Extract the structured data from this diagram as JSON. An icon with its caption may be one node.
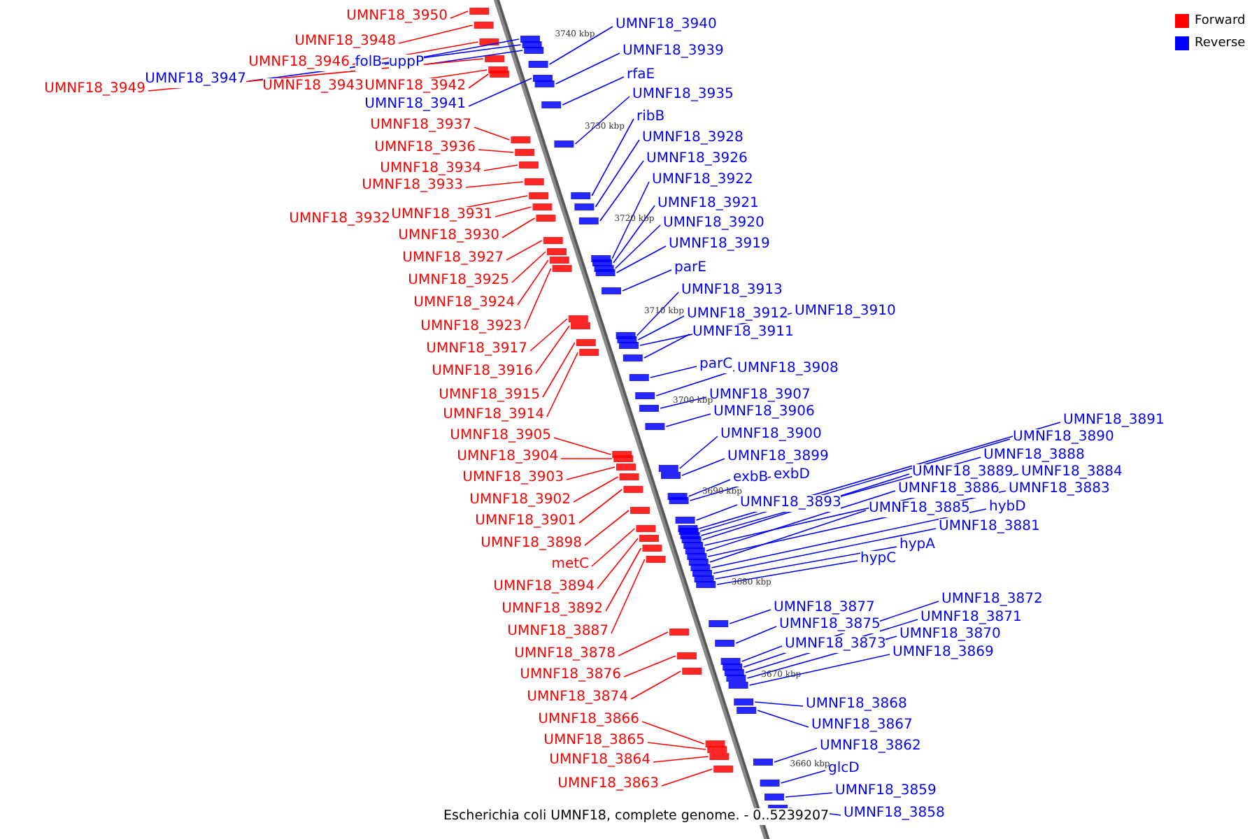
{
  "diagram": {
    "title": "Escherichia coli UMNF18, complete genome. - 0..5239207",
    "nodes": [
      {
        "text": [
          "UMNF18_3950"
        ]
      },
      {
        "text": [
          "UMNF18_3948"
        ]
      },
      {
        "text": [
          "UMNF18_3946"
        ]
      },
      {
        "text": [
          "folB"
        ]
      },
      {
        "text": [
          "uppP"
        ]
      },
      {
        "text": [
          "UMNF18_3947"
        ]
      },
      {
        "text": [
          "UMNF18_3949"
        ]
      },
      {
        "text": [
          "UMNF18_3943"
        ]
      },
      {
        "text": [
          "UMNF18_3942"
        ]
      },
      {
        "text": [
          "UMNF18_3941"
        ]
      },
      {
        "text": [
          "UMNF18_3937"
        ]
      },
      {
        "text": [
          "UMNF18_3936"
        ]
      },
      {
        "text": [
          "UMNF18_3934"
        ]
      },
      {
        "text": [
          "UMNF18_3933"
        ]
      },
      {
        "text": [
          "UMNF18_3932"
        ]
      },
      {
        "text": [
          "UMNF18_3931"
        ]
      },
      {
        "text": [
          "UMNF18_3930"
        ]
      },
      {
        "text": [
          "UMNF18_3927"
        ]
      },
      {
        "text": [
          "UMNF18_3925"
        ]
      },
      {
        "text": [
          "UMNF18_3924"
        ]
      },
      {
        "text": [
          "UMNF18_3923"
        ]
      },
      {
        "text": [
          "UMNF18_3917"
        ]
      },
      {
        "text": [
          "UMNF18_3916"
        ]
      },
      {
        "text": [
          "UMNF18_3915"
        ]
      },
      {
        "text": [
          "UMNF18_3914"
        ]
      },
      {
        "text": [
          "UMNF18_3905"
        ]
      },
      {
        "text": [
          "UMNF18_3904"
        ]
      },
      {
        "text": [
          "UMNF18_3903"
        ]
      },
      {
        "text": [
          "UMNF18_3902"
        ]
      },
      {
        "text": [
          "UMNF18_3901"
        ]
      },
      {
        "text": [
          "UMNF18_3898"
        ]
      },
      {
        "text": [
          "metC"
        ]
      },
      {
        "text": [
          "UMNF18_3894"
        ]
      },
      {
        "text": [
          "UMNF18_3892"
        ]
      },
      {
        "text": [
          "UMNF18_3887"
        ]
      },
      {
        "text": [
          "UMNF18_3878"
        ]
      },
      {
        "text": [
          "UMNF18_3876"
        ]
      },
      {
        "text": [
          "UMNF18_3874"
        ]
      },
      {
        "text": [
          "UMNF18_3866"
        ]
      },
      {
        "text": [
          "UMNF18_3865"
        ]
      },
      {
        "text": [
          "UMNF18_3864"
        ]
      },
      {
        "text": [
          "UMNF18_3863"
        ]
      },
      {
        "text": [
          "UMNF18_3940"
        ]
      },
      {
        "text": [
          "UMNF18_3939"
        ]
      },
      {
        "text": [
          "rfaE"
        ]
      },
      {
        "text": [
          "UMNF18_3935"
        ]
      },
      {
        "text": [
          "ribB"
        ]
      },
      {
        "text": [
          "UMNF18_3928"
        ]
      },
      {
        "text": [
          "UMNF18_3926"
        ]
      },
      {
        "text": [
          "UMNF18_3922"
        ]
      },
      {
        "text": [
          "UMNF18_3921"
        ]
      },
      {
        "text": [
          "UMNF18_3920"
        ]
      },
      {
        "text": [
          "UMNF18_3919"
        ]
      },
      {
        "text": [
          "parE"
        ]
      },
      {
        "text": [
          "UMNF18_3913"
        ]
      },
      {
        "text": [
          "UMNF18_3912"
        ]
      },
      {
        "text": [
          "UMNF18_3910"
        ]
      },
      {
        "text": [
          "UMNF18_3911"
        ]
      },
      {
        "text": [
          "parC"
        ]
      },
      {
        "text": [
          "UMNF18_3908"
        ]
      },
      {
        "text": [
          "UMNF18_3907"
        ]
      },
      {
        "text": [
          "UMNF18_3906"
        ]
      },
      {
        "text": [
          "UMNF18_3900"
        ]
      },
      {
        "text": [
          "UMNF18_3899"
        ]
      },
      {
        "text": [
          "exbB"
        ]
      },
      {
        "text": [
          "exbD"
        ]
      },
      {
        "text": [
          "UMNF18_3893"
        ]
      },
      {
        "text": [
          "UMNF18_3891"
        ]
      },
      {
        "text": [
          "UMNF18_3890"
        ]
      },
      {
        "text": [
          "UMNF18_3888"
        ]
      },
      {
        "text": [
          "UMNF18_3889"
        ]
      },
      {
        "text": [
          "UMNF18_3884"
        ]
      },
      {
        "text": [
          "UMNF18_3886"
        ]
      },
      {
        "text": [
          "UMNF18_3883"
        ]
      },
      {
        "text": [
          "UMNF18_3885"
        ]
      },
      {
        "text": [
          "hybD"
        ]
      },
      {
        "text": [
          "UMNF18_3881"
        ]
      },
      {
        "text": [
          "hypA"
        ]
      },
      {
        "text": [
          "hypC"
        ]
      },
      {
        "text": [
          "UMNF18_3877"
        ]
      },
      {
        "text": [
          "UMNF18_3875"
        ]
      },
      {
        "text": [
          "UMNF18_3873"
        ]
      },
      {
        "text": [
          "UMNF18_3872"
        ]
      },
      {
        "text": [
          "UMNF18_3871"
        ]
      },
      {
        "text": [
          "UMNF18_3870"
        ]
      },
      {
        "text": [
          "UMNF18_3869"
        ]
      },
      {
        "text": [
          "UMNF18_3868"
        ]
      },
      {
        "text": [
          "UMNF18_3867"
        ]
      },
      {
        "text": [
          "UMNF18_3862"
        ]
      },
      {
        "text": [
          "glcD"
        ]
      },
      {
        "text": [
          "UMNF18_3859"
        ]
      },
      {
        "text": [
          "UMNF18_3858"
        ]
      },
      {
        "text": [],
        "shape": "bar"
      },
      {
        "text": [],
        "shape": "bar"
      },
      {
        "text": [],
        "shape": "bar"
      },
      {
        "text": [],
        "shape": "bar"
      },
      {
        "text": [],
        "shape": "bar"
      },
      {
        "text": [],
        "shape": "bar"
      },
      {
        "text": [],
        "shape": "bar"
      },
      {
        "text": [],
        "shape": "bar"
      },
      {
        "text": [],
        "shape": "bar"
      },
      {
        "text": [],
        "shape": "bar"
      },
      {
        "text": [],
        "shape": "bar"
      },
      {
        "text": [],
        "shape": "bar"
      },
      {
        "text": [],
        "shape": "bar"
      },
      {
        "text": [],
        "shape": "bar"
      },
      {
        "text": [],
        "shape": "bar"
      },
      {
        "text": [],
        "shape": "bar"
      },
      {
        "text": [],
        "shape": "bar"
      },
      {
        "text": [],
        "shape": "bar"
      },
      {
        "text": [],
        "shape": "bar"
      },
      {
        "text": [],
        "shape": "bar"
      },
      {
        "text": [],
        "shape": "bar"
      },
      {
        "text": [],
        "shape": "bar"
      },
      {
        "text": [],
        "shape": "bar"
      },
      {
        "text": [],
        "shape": "bar"
      },
      {
        "text": [],
        "shape": "bar"
      },
      {
        "text": [],
        "shape": "bar"
      },
      {
        "text": [],
        "shape": "bar"
      },
      {
        "text": [],
        "shape": "bar"
      },
      {
        "text": [],
        "shape": "bar"
      },
      {
        "text": [],
        "shape": "bar"
      },
      {
        "text": [],
        "shape": "bar"
      },
      {
        "text": [],
        "shape": "bar"
      },
      {
        "text": [],
        "shape": "bar"
      },
      {
        "text": [],
        "shape": "bar"
      },
      {
        "text": [],
        "shape": "bar"
      },
      {
        "text": [],
        "shape": "bar"
      },
      {
        "text": [],
        "shape": "bar"
      },
      {
        "text": [],
        "shape": "bar"
      },
      {
        "text": [],
        "shape": "bar"
      },
      {
        "text": [],
        "shape": "bar"
      },
      {
        "text": [],
        "shape": "bar"
      },
      {
        "text": [],
        "shape": "bar"
      },
      {
        "text": [],
        "shape": "bar"
      },
      {
        "text": [],
        "shape": "bar"
      },
      {
        "text": [],
        "shape": "bar"
      },
      {
        "text": [],
        "shape": "bar"
      },
      {
        "text": [],
        "shape": "bar"
      },
      {
        "text": [],
        "shape": "bar"
      },
      {
        "text": [],
        "shape": "bar"
      },
      {
        "text": [],
        "shape": "bar"
      },
      {
        "text": [],
        "shape": "bar"
      },
      {
        "text": [],
        "shape": "bar"
      },
      {
        "text": [],
        "shape": "bar"
      },
      {
        "text": [],
        "shape": "bar"
      },
      {
        "text": [],
        "shape": "bar"
      },
      {
        "text": [],
        "shape": "bar"
      },
      {
        "text": [],
        "shape": "bar"
      },
      {
        "text": [],
        "shape": "bar"
      },
      {
        "text": [],
        "shape": "bar"
      },
      {
        "text": [],
        "shape": "bar"
      },
      {
        "text": [],
        "shape": "bar"
      },
      {
        "text": [],
        "shape": "bar"
      },
      {
        "text": [],
        "shape": "bar"
      },
      {
        "text": [],
        "shape": "bar"
      },
      {
        "text": [],
        "shape": "bar"
      },
      {
        "text": [],
        "shape": "bar"
      },
      {
        "text": [],
        "shape": "bar"
      },
      {
        "text": [],
        "shape": "bar"
      },
      {
        "text": [],
        "shape": "bar"
      },
      {
        "text": [],
        "shape": "bar"
      },
      {
        "text": [],
        "shape": "bar"
      },
      {
        "text": [],
        "shape": "bar"
      },
      {
        "text": [],
        "shape": "bar"
      },
      {
        "text": [],
        "shape": "bar"
      },
      {
        "text": [],
        "shape": "bar"
      },
      {
        "text": [],
        "shape": "bar"
      },
      {
        "text": [],
        "shape": "bar"
      },
      {
        "text": [],
        "shape": "bar"
      },
      {
        "text": [],
        "shape": "bar"
      },
      {
        "text": [],
        "shape": "bar"
      },
      {
        "text": [],
        "shape": "bar"
      },
      {
        "text": [],
        "shape": "bar"
      },
      {
        "text": [],
        "shape": "bar"
      },
      {
        "text": [],
        "shape": "bar"
      },
      {
        "text": [],
        "shape": "bar"
      },
      {
        "text": [],
        "shape": "bar"
      },
      {
        "text": [],
        "shape": "bar"
      },
      {
        "text": [],
        "shape": "bar"
      },
      {
        "text": [],
        "shape": "bar"
      },
      {
        "text": [],
        "shape": "bar"
      },
      {
        "text": [],
        "shape": "bar"
      },
      {
        "text": [],
        "shape": "bar"
      }
    ],
    "edges": [
      {
        "from": 0,
        "to": 92,
        "arrow": "none",
        "color": "#ff0000"
      },
      {
        "from": 1,
        "to": 93,
        "arrow": "none",
        "color": "#ff0000"
      },
      {
        "from": 2,
        "to": 94,
        "arrow": "none",
        "color": "#ff0000"
      },
      {
        "from": 3,
        "to": 95,
        "arrow": "none"
      },
      {
        "from": 4,
        "to": 96,
        "arrow": "none"
      },
      {
        "from": 5,
        "to": 97,
        "arrow": "none"
      },
      {
        "from": 6,
        "to": 98,
        "arrow": "none",
        "color": "#ff0000"
      },
      {
        "from": 7,
        "to": 99,
        "arrow": "none",
        "color": "#ff0000"
      },
      {
        "from": 8,
        "to": 100,
        "arrow": "none",
        "color": "#ff0000"
      },
      {
        "from": 9,
        "to": 101,
        "arrow": "none"
      },
      {
        "from": 10,
        "to": 102,
        "arrow": "none",
        "color": "#ff0000"
      },
      {
        "from": 11,
        "to": 103,
        "arrow": "none",
        "color": "#ff0000"
      },
      {
        "from": 12,
        "to": 104,
        "arrow": "none",
        "color": "#ff0000"
      },
      {
        "from": 13,
        "to": 105,
        "arrow": "none",
        "color": "#ff0000"
      },
      {
        "from": 14,
        "to": 106,
        "arrow": "none",
        "color": "#ff0000"
      },
      {
        "from": 15,
        "to": 107,
        "arrow": "none",
        "color": "#ff0000"
      },
      {
        "from": 16,
        "to": 108,
        "arrow": "none",
        "color": "#ff0000"
      },
      {
        "from": 17,
        "to": 109,
        "arrow": "none",
        "color": "#ff0000"
      },
      {
        "from": 18,
        "to": 110,
        "arrow": "none",
        "color": "#ff0000"
      },
      {
        "from": 19,
        "to": 111,
        "arrow": "none",
        "color": "#ff0000"
      },
      {
        "from": 20,
        "to": 112,
        "arrow": "none",
        "color": "#ff0000"
      },
      {
        "from": 21,
        "to": 113,
        "arrow": "none",
        "color": "#ff0000"
      },
      {
        "from": 22,
        "to": 114,
        "arrow": "none",
        "color": "#ff0000"
      },
      {
        "from": 23,
        "to": 115,
        "arrow": "none",
        "color": "#ff0000"
      },
      {
        "from": 24,
        "to": 116,
        "arrow": "none",
        "color": "#ff0000"
      },
      {
        "from": 25,
        "to": 117,
        "arrow": "none",
        "color": "#ff0000"
      },
      {
        "from": 26,
        "to": 118,
        "arrow": "none",
        "color": "#ff0000"
      },
      {
        "from": 27,
        "to": 119,
        "arrow": "none",
        "color": "#ff0000"
      },
      {
        "from": 28,
        "to": 120,
        "arrow": "none",
        "color": "#ff0000"
      },
      {
        "from": 29,
        "to": 121,
        "arrow": "none",
        "color": "#ff0000"
      },
      {
        "from": 30,
        "to": 122,
        "arrow": "none",
        "color": "#ff0000"
      },
      {
        "from": 31,
        "to": 123,
        "arrow": "none",
        "color": "#ff0000"
      },
      {
        "from": 32,
        "to": 124,
        "arrow": "none",
        "color": "#ff0000"
      },
      {
        "from": 33,
        "to": 125,
        "arrow": "none",
        "color": "#ff0000"
      },
      {
        "from": 34,
        "to": 126,
        "arrow": "none",
        "color": "#ff0000"
      },
      {
        "from": 35,
        "to": 127,
        "arrow": "none",
        "color": "#ff0000"
      },
      {
        "from": 36,
        "to": 128,
        "arrow": "none",
        "color": "#ff0000"
      },
      {
        "from": 37,
        "to": 129,
        "arrow": "none",
        "color": "#ff0000"
      },
      {
        "from": 38,
        "to": 130,
        "arrow": "none",
        "color": "#ff0000"
      },
      {
        "from": 39,
        "to": 131,
        "arrow": "none",
        "color": "#ff0000"
      },
      {
        "from": 40,
        "to": 132,
        "arrow": "none",
        "color": "#ff0000"
      },
      {
        "from": 41,
        "to": 133,
        "arrow": "none",
        "color": "#ff0000"
      },
      {
        "from": 42,
        "to": 134,
        "arrow": "none"
      },
      {
        "from": 43,
        "to": 135,
        "arrow": "none"
      },
      {
        "from": 44,
        "to": 136,
        "arrow": "none"
      },
      {
        "from": 45,
        "to": 137,
        "arrow": "none"
      },
      {
        "from": 46,
        "to": 138,
        "arrow": "none"
      },
      {
        "from": 47,
        "to": 139,
        "arrow": "none"
      },
      {
        "from": 48,
        "to": 140,
        "arrow": "none"
      },
      {
        "from": 49,
        "to": 141,
        "arrow": "none"
      },
      {
        "from": 50,
        "to": 142,
        "arrow": "none"
      },
      {
        "from": 51,
        "to": 143,
        "arrow": "none"
      },
      {
        "from": 52,
        "to": 144,
        "arrow": "none"
      },
      {
        "from": 53,
        "to": 145,
        "arrow": "none"
      },
      {
        "from": 54,
        "to": 146,
        "arrow": "none"
      },
      {
        "from": 55,
        "to": 147,
        "arrow": "none"
      },
      {
        "from": 56,
        "to": 148,
        "arrow": "none"
      },
      {
        "from": 57,
        "to": 149,
        "arrow": "none"
      },
      {
        "from": 58,
        "to": 150,
        "arrow": "none"
      },
      {
        "from": 59,
        "to": 151,
        "arrow": "none"
      },
      {
        "from": 60,
        "to": 152,
        "arrow": "none"
      },
      {
        "from": 61,
        "to": 153,
        "arrow": "none"
      },
      {
        "from": 62,
        "to": 154,
        "arrow": "none"
      },
      {
        "from": 63,
        "to": 155,
        "arrow": "none"
      },
      {
        "from": 64,
        "to": 156,
        "arrow": "none"
      },
      {
        "from": 65,
        "to": 157,
        "arrow": "none"
      },
      {
        "from": 66,
        "to": 158,
        "arrow": "none"
      },
      {
        "from": 67,
        "to": 159,
        "arrow": "none"
      },
      {
        "from": 68,
        "to": 160,
        "arrow": "none"
      },
      {
        "from": 69,
        "to": 161,
        "arrow": "none"
      },
      {
        "from": 70,
        "to": 162,
        "arrow": "none"
      },
      {
        "from": 71,
        "to": 163,
        "arrow": "none"
      },
      {
        "from": 72,
        "to": 164,
        "arrow": "none"
      },
      {
        "from": 73,
        "to": 165,
        "arrow": "none"
      },
      {
        "from": 74,
        "to": 166,
        "arrow": "none"
      },
      {
        "from": 75,
        "to": 167,
        "arrow": "none"
      },
      {
        "from": 76,
        "to": 168,
        "arrow": "none"
      },
      {
        "from": 77,
        "to": 169,
        "arrow": "none"
      },
      {
        "from": 78,
        "to": 170,
        "arrow": "none"
      },
      {
        "from": 79,
        "to": 171,
        "arrow": "none"
      },
      {
        "from": 80,
        "to": 172,
        "arrow": "none"
      },
      {
        "from": 81,
        "to": 173,
        "arrow": "none"
      },
      {
        "from": 82,
        "to": 174,
        "arrow": "none"
      },
      {
        "from": 83,
        "to": 175,
        "arrow": "none"
      },
      {
        "from": 84,
        "to": 176,
        "arrow": "none"
      },
      {
        "from": 85,
        "to": 177,
        "arrow": "none"
      },
      {
        "from": 86,
        "to": 178,
        "arrow": "none"
      },
      {
        "from": 87,
        "to": 179,
        "arrow": "none"
      },
      {
        "from": 88,
        "to": 180,
        "arrow": "none"
      },
      {
        "from": 89,
        "to": 181,
        "arrow": "none"
      },
      {
        "from": 90,
        "to": 182,
        "arrow": "none"
      },
      {
        "from": 91,
        "to": 183,
        "arrow": "none"
      }
    ],
    "labels": [
      "3740 kbp",
      "3730 kbp",
      "3720 kbp",
      "3710 kbp",
      "3700 kbp",
      "3690 kbp",
      "3680 kbp",
      "3670 kbp",
      "3660 kbp"
    ],
    "legend": [
      {
        "text": "Forward",
        "color": "#ff0000"
      },
      {
        "text": "Reverse",
        "color": "#0000ff"
      }
    ]
  }
}
